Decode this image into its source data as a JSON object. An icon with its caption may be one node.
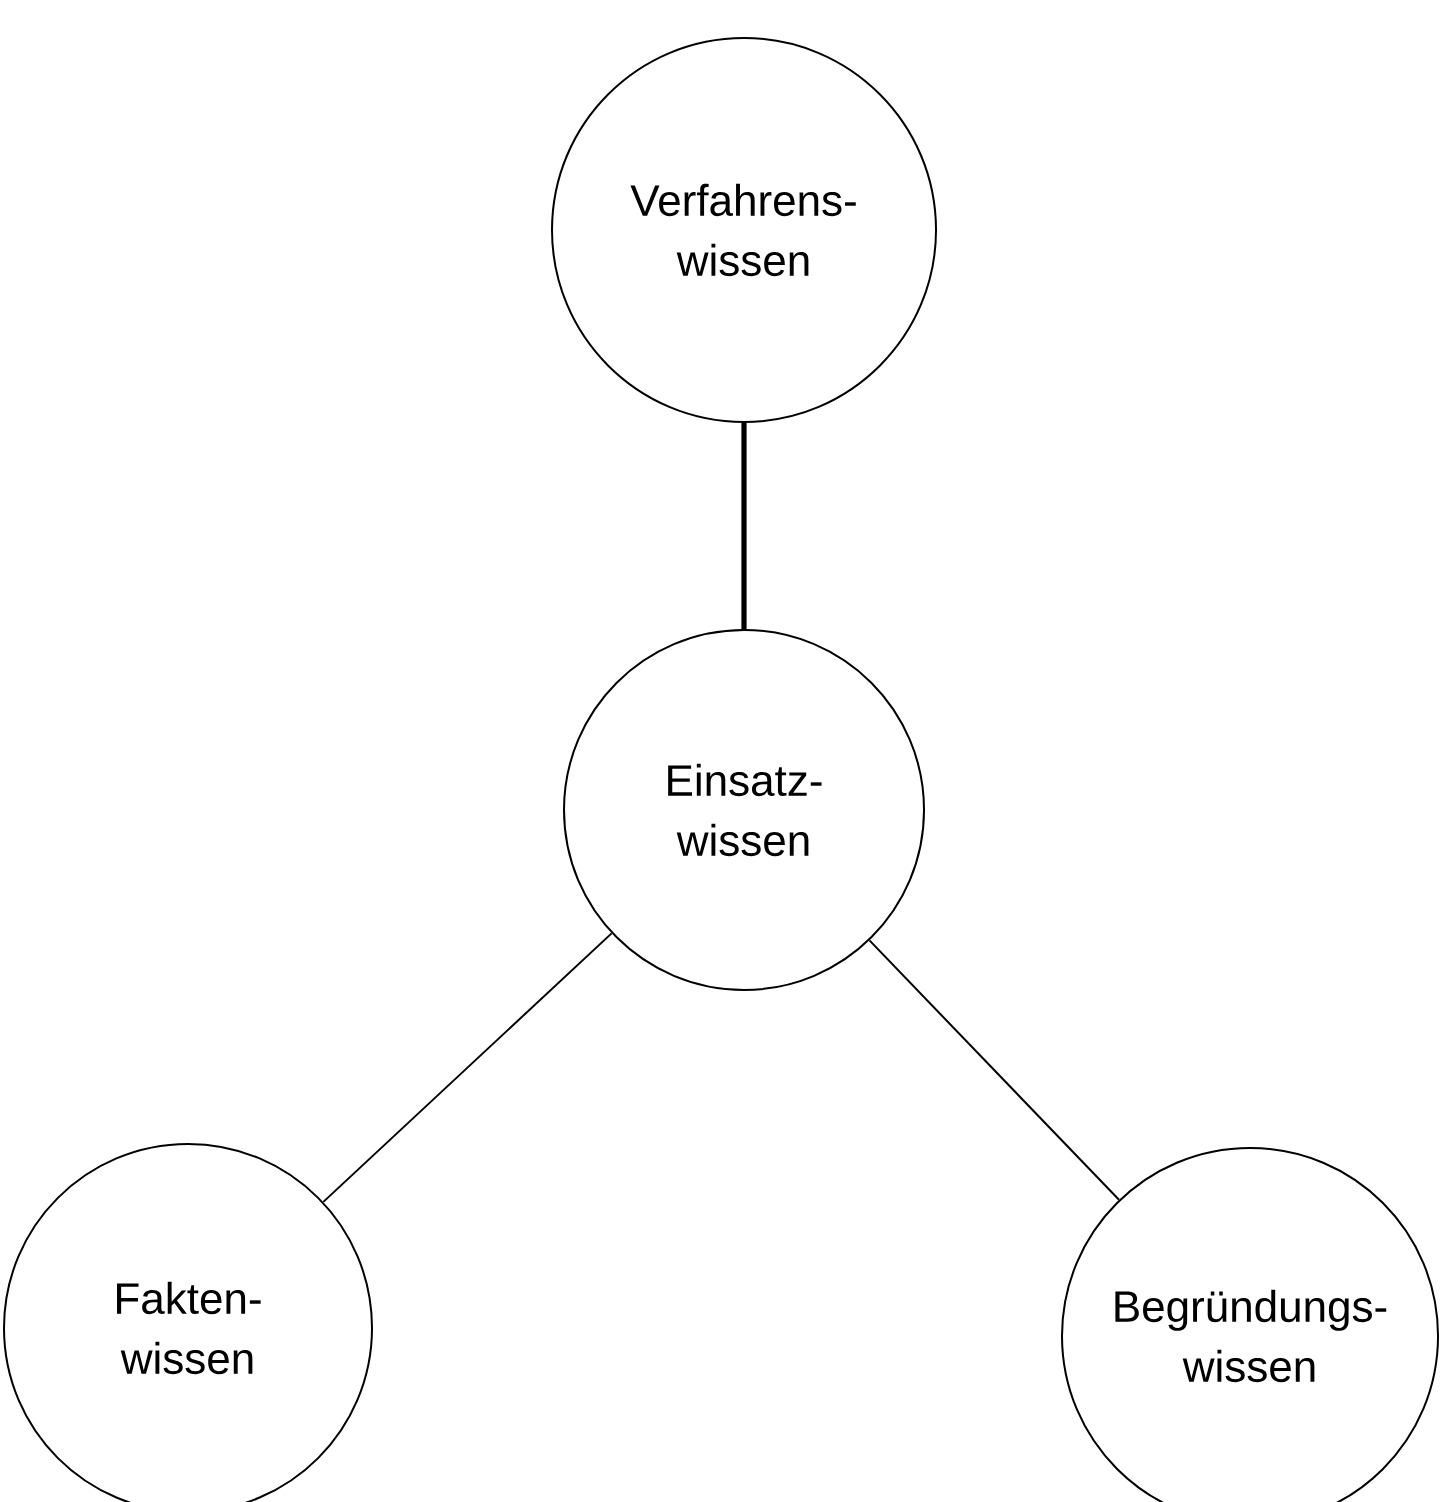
{
  "diagram": {
    "nodes": [
      {
        "text": [
          "Verfahrens- wissen"
        ]
      },
      {
        "text": [
          "Einsatz- wissen"
        ]
      },
      {
        "text": [
          "Fakten- wissen"
        ]
      },
      {
        "text": [
          "Begründungs- wissen"
        ]
      }
    ],
    "edges": [
      {
        "from": 1,
        "to": 0,
        "arrow": "none",
        "style": "thick"
      },
      {
        "from": 1,
        "to": 2,
        "arrow": "none"
      },
      {
        "from": 1,
        "to": 3,
        "arrow": "none"
      }
    ]
  }
}
